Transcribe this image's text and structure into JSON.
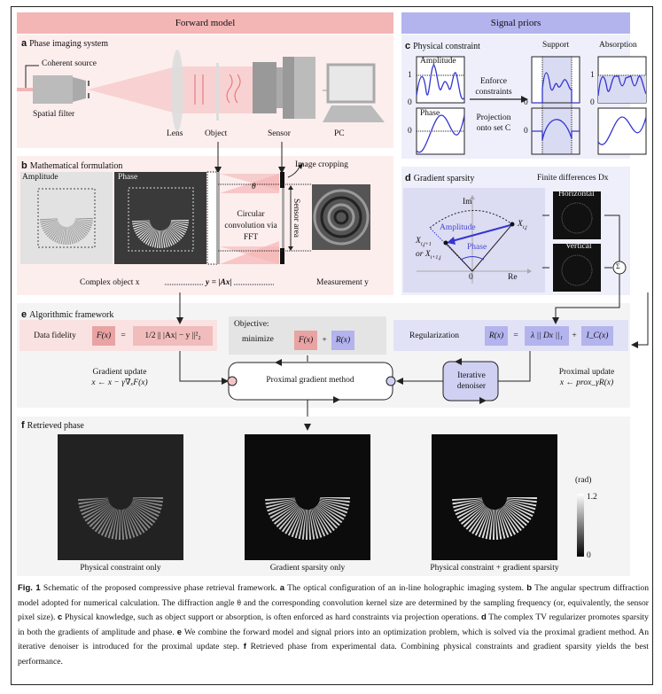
{
  "headers": {
    "forward_model": "Forward model",
    "signal_priors": "Signal priors"
  },
  "panel_a": {
    "letter": "a",
    "title": "Phase imaging system",
    "labels": {
      "coherent_source": "Coherent source",
      "spatial_filter": "Spatial filter",
      "lens": "Lens",
      "object": "Object",
      "sensor": "Sensor",
      "pc": "PC"
    }
  },
  "panel_b": {
    "letter": "b",
    "title": "Mathematical formulation",
    "amplitude": "Amplitude",
    "phase": "Phase",
    "image_cropping": "Image cropping",
    "theta": "θ",
    "circular_conv": [
      "Circular",
      "convolution via",
      "FFT"
    ],
    "sensor_area": "Sensor area",
    "complex_object": "Complex object x",
    "equation": "y = |Ax|",
    "measurement": "Measurement y"
  },
  "panel_c": {
    "letter": "c",
    "title": "Physical constraint",
    "support": "Support",
    "absorption": "Absorption",
    "amplitude": "Amplitude",
    "phase": "Phase",
    "enforce": [
      "Enforce",
      "constraints"
    ],
    "projection": [
      "Projection",
      "onto set C"
    ],
    "tick_1": "1",
    "tick_0": "0"
  },
  "panel_d": {
    "letter": "d",
    "title": "Gradient sparsity",
    "finite_diff": "Finite differences Dx",
    "im": "Im",
    "re": "Re",
    "zero": "0",
    "amplitude": "Amplitude",
    "phase": "Phase",
    "xij": "X",
    "xij_sub": "i,j",
    "neighbor_line1": "X",
    "neighbor_sub1": "i,j+1",
    "neighbor_or": "or X",
    "neighbor_sub2": "i+1,j",
    "horizontal": "Horizontal",
    "vertical": "Vertical",
    "sum": "Σ"
  },
  "panel_e": {
    "letter": "e",
    "title": "Algorithmic framework",
    "data_fidelity": "Data fidelity",
    "fx": "F(x)",
    "eq": "=",
    "fidelity_expr": "1/2 || |Ax| − y ||²₂",
    "objective": "Objective:",
    "minimize": "minimize",
    "min_sub": "x",
    "plus": "+",
    "rx": "R(x)",
    "regularization": "Regularization",
    "tv_expr": "λ || Dx ||₁",
    "indicator": "I_C(x)",
    "gradient_update": [
      "Gradient update",
      "x ← x − γ∇ₓF(x)"
    ],
    "proximal_method": "Proximal gradient method",
    "denoiser": [
      "Iterative",
      "denoiser"
    ],
    "proximal_update": [
      "Proximal update",
      "x ← prox_γR(x)"
    ]
  },
  "panel_f": {
    "letter": "f",
    "title": "Retrieved phase",
    "captions": [
      "Physical constraint only",
      "Gradient sparsity only",
      "Physical constraint + gradient sparsity"
    ],
    "colorbar": {
      "unit": "(rad)",
      "max": "1.2",
      "min": "0"
    }
  },
  "caption": {
    "fig": "Fig. 1",
    "parts": [
      {
        "t": " Schematic of the proposed compressive phase retrieval framework. "
      },
      {
        "b": "a"
      },
      {
        "t": " The optical configuration of an in-line holographic imaging system. "
      },
      {
        "b": "b"
      },
      {
        "t": " The angular spectrum diffraction model adopted for numerical calculation. The diffraction angle θ and the corresponding convolution kernel size are determined by the sampling frequency (or, equivalently, the sensor pixel size). "
      },
      {
        "b": "c"
      },
      {
        "t": " Physical knowledge, such as object support or absorption, is often enforced as hard constraints via projection operations. "
      },
      {
        "b": "d"
      },
      {
        "t": " The complex TV regularizer promotes sparsity in both the gradients of amplitude and phase. "
      },
      {
        "b": "e"
      },
      {
        "t": " We combine the forward model and signal priors into an optimization problem, which is solved via the proximal gradient method. An iterative denoiser is introduced for the proximal update step. "
      },
      {
        "b": "f"
      },
      {
        "t": " Retrieved phase from experimental data. Combining physical constraints and gradient sparsity yields the best performance."
      }
    ]
  },
  "colors": {
    "forward": "#f4b5b5",
    "forward_bg": "#fdeeee",
    "priors": "#b3b3ee",
    "priors_bg": "#eeeffa",
    "blue": "#3535d0",
    "gray_bg": "#f4f4f4"
  }
}
